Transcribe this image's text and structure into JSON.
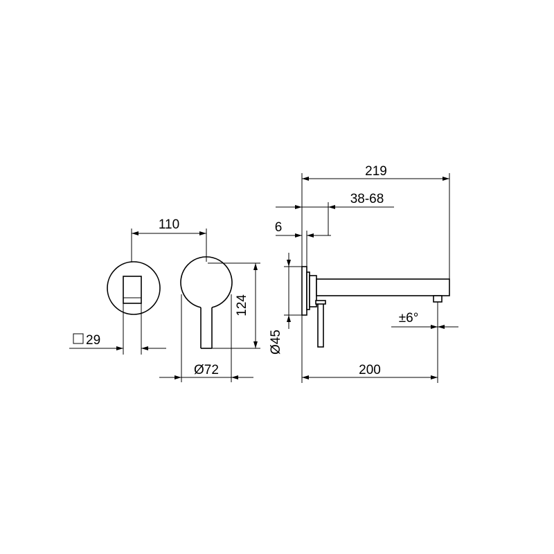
{
  "dimensions": {
    "front_spacing": "110",
    "handle_square": "29",
    "height": "124",
    "spout_diameter": "Ø72",
    "total_depth": "219",
    "wall_range": "38-68",
    "plate_thickness": "6",
    "plate_diameter": "Ø45",
    "tilt": "±6°",
    "projection": "200"
  }
}
